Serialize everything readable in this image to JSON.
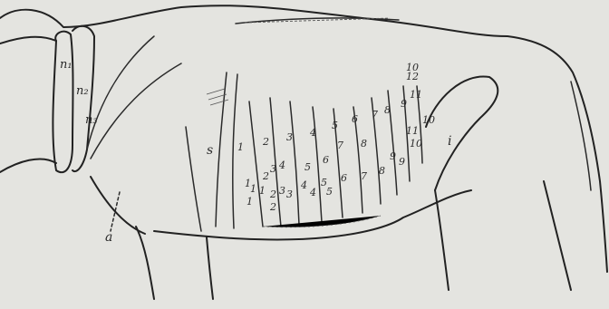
{
  "labels": {
    "n1": "n₁",
    "n2": "n₂",
    "n3": "n₃",
    "s": "s",
    "i": "i",
    "a": "a",
    "rib_numbers": [
      "1",
      "2",
      "3",
      "4",
      "5",
      "6",
      "7",
      "8",
      "9",
      "10",
      "10",
      "11",
      "12",
      "11",
      "10",
      "9",
      "8",
      "7",
      "6",
      "5",
      "4",
      "3",
      "2",
      "1",
      "1",
      "2",
      "3",
      "4",
      "5",
      "6",
      "7",
      "8",
      "9",
      "5",
      "4",
      "3",
      "2",
      "1",
      "1"
    ]
  }
}
